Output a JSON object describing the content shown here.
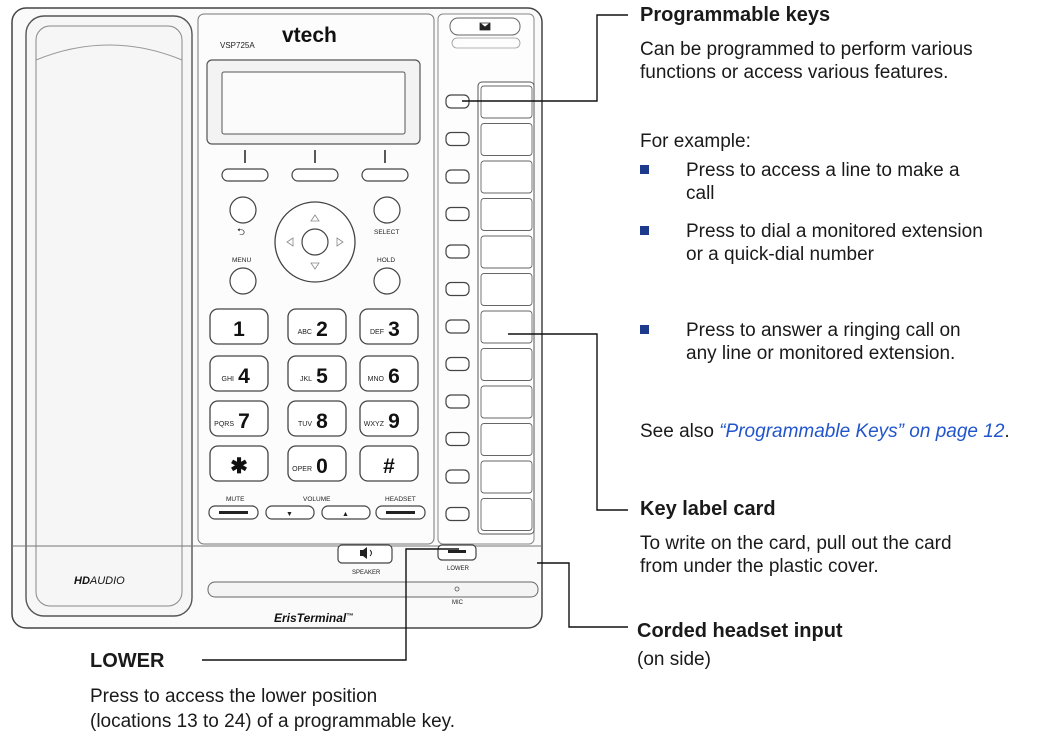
{
  "phone": {
    "brand": "vtech",
    "model": "VSP725A",
    "hd_audio_bold": "HD",
    "hd_audio_rest": "AUDIO",
    "series": "ErisTerminal",
    "trademark": "™",
    "back_symbol": "⮌",
    "labels": {
      "select": "SELECT",
      "menu": "MENU",
      "hold": "HOLD",
      "mute": "MUTE",
      "volume": "VOLUME",
      "headset": "HEADSET",
      "speaker": "SPEAKER",
      "lower": "LOWER",
      "mic": "MIC"
    },
    "volume_down": "▼",
    "volume_up": "▲",
    "keypad": [
      {
        "digit": "1",
        "letters": ""
      },
      {
        "digit": "2",
        "letters": "ABC"
      },
      {
        "digit": "3",
        "letters": "DEF"
      },
      {
        "digit": "4",
        "letters": "GHI"
      },
      {
        "digit": "5",
        "letters": "JKL"
      },
      {
        "digit": "6",
        "letters": "MNO"
      },
      {
        "digit": "7",
        "letters": "PQRS"
      },
      {
        "digit": "8",
        "letters": "TUV"
      },
      {
        "digit": "9",
        "letters": "WXYZ"
      },
      {
        "digit": "✱",
        "letters": ""
      },
      {
        "digit": "0",
        "letters": "OPER"
      },
      {
        "digit": "#",
        "letters": ""
      }
    ]
  },
  "callouts": {
    "programmable": {
      "title": "Programmable keys",
      "description": "Can be programmed to perform various functions or access various features.",
      "example": "For example:",
      "bullets": [
        "Press to access a line to make a call",
        "Press to dial a monitored extension or a quick-dial number",
        "Press to answer a ringing call on any line or monitored extension."
      ],
      "see_also_prefix": "See also ",
      "see_also_link": "“Programmable Keys” on page 12",
      "see_also_suffix": "."
    },
    "key_label_card": {
      "title": "Key label card",
      "description": "To write on the card, pull out the card from under the plastic cover."
    },
    "headset_input": {
      "title": "Corded headset input",
      "note": "(on side)"
    },
    "lower": {
      "title": "LOWER",
      "description_line1": "Press to access the lower position",
      "description_line2": "(locations 13 to 24) of a programmable key."
    }
  }
}
